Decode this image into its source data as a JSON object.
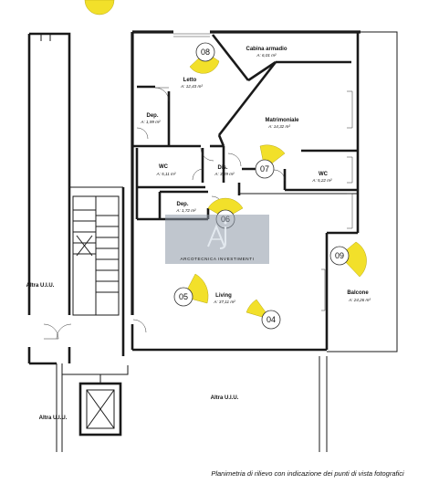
{
  "rooms": {
    "cabina": {
      "name": "Cabina armadio",
      "area": "A: 6,01 m²"
    },
    "letto": {
      "name": "Letto",
      "area": "A: 12,43 m²"
    },
    "dep1": {
      "name": "Dep.",
      "area": "A: 1,99 m²"
    },
    "matrimoniale": {
      "name": "Matrimoniale",
      "area": "A: 14,32 m²"
    },
    "wc1": {
      "name": "WC",
      "area": "A: 5,11 m²"
    },
    "dis": {
      "name": "Dis.",
      "area": "A: 3,29 m²"
    },
    "wc2": {
      "name": "WC",
      "area": "A: 5,22 m²"
    },
    "dep2": {
      "name": "Dep.",
      "area": "A: 1,72 m²"
    },
    "living": {
      "name": "Living",
      "area": "A: 37,11 m²"
    },
    "balcone": {
      "name": "Balcone",
      "area": "A: 24,26 m²"
    }
  },
  "other_units": {
    "left": "Altra U.I.U.",
    "bottom": "Altra U.I.U.",
    "bottom_left": "Altra U.I.U."
  },
  "photo_points": {
    "p08": "08",
    "p07": "07",
    "p06": "06",
    "p09": "09",
    "p05": "05",
    "p04": "04"
  },
  "watermark": {
    "text": "ARCOTECNICA INVESTIMENTI"
  },
  "caption": "Planimetria di rilievo con indicazione dei punti di vista fotografici",
  "colors": {
    "wall": "#1a1a1a",
    "photo_cone": "#f2e02a",
    "watermark_box": "#8c98a6"
  }
}
